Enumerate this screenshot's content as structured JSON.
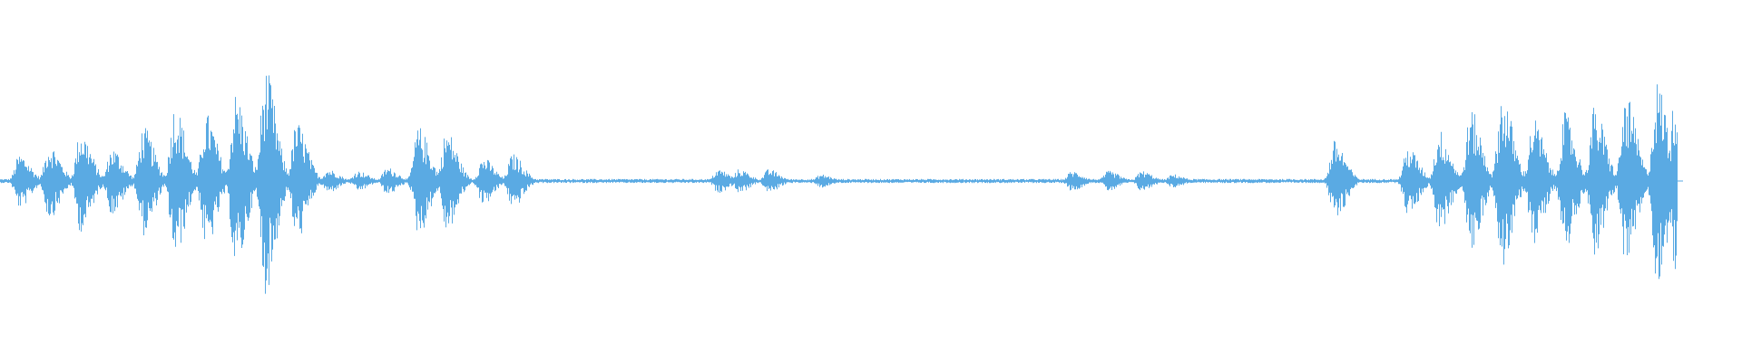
{
  "waveform": {
    "color": "#5aaae3",
    "background": "#ffffff",
    "duration_fraction_with_audio": 0.963,
    "bursts": [
      {
        "at": 0.011,
        "amp": 0.16
      },
      {
        "at": 0.028,
        "amp": 0.22
      },
      {
        "at": 0.046,
        "amp": 0.3
      },
      {
        "at": 0.064,
        "amp": 0.2
      },
      {
        "at": 0.082,
        "amp": 0.32
      },
      {
        "at": 0.1,
        "amp": 0.45
      },
      {
        "at": 0.118,
        "amp": 0.4
      },
      {
        "at": 0.135,
        "amp": 0.52
      },
      {
        "at": 0.152,
        "amp": 0.66
      },
      {
        "at": 0.17,
        "amp": 0.35
      },
      {
        "at": 0.188,
        "amp": 0.07
      },
      {
        "at": 0.205,
        "amp": 0.06
      },
      {
        "at": 0.222,
        "amp": 0.08
      },
      {
        "at": 0.24,
        "amp": 0.32
      },
      {
        "at": 0.256,
        "amp": 0.3
      },
      {
        "at": 0.277,
        "amp": 0.14
      },
      {
        "at": 0.294,
        "amp": 0.16
      },
      {
        "at": 0.412,
        "amp": 0.07
      },
      {
        "at": 0.424,
        "amp": 0.07
      },
      {
        "at": 0.441,
        "amp": 0.07
      },
      {
        "at": 0.471,
        "amp": 0.04
      },
      {
        "at": 0.615,
        "amp": 0.06
      },
      {
        "at": 0.636,
        "amp": 0.06
      },
      {
        "at": 0.655,
        "amp": 0.06
      },
      {
        "at": 0.673,
        "amp": 0.04
      },
      {
        "at": 0.766,
        "amp": 0.24
      },
      {
        "at": 0.808,
        "amp": 0.2
      },
      {
        "at": 0.826,
        "amp": 0.3
      },
      {
        "at": 0.844,
        "amp": 0.42
      },
      {
        "at": 0.862,
        "amp": 0.52
      },
      {
        "at": 0.88,
        "amp": 0.37
      },
      {
        "at": 0.898,
        "amp": 0.4
      },
      {
        "at": 0.915,
        "amp": 0.44
      },
      {
        "at": 0.933,
        "amp": 0.5
      },
      {
        "at": 0.951,
        "amp": 0.59
      },
      {
        "at": 0.962,
        "amp": 0.6
      }
    ],
    "noise_floor": 0.012
  }
}
